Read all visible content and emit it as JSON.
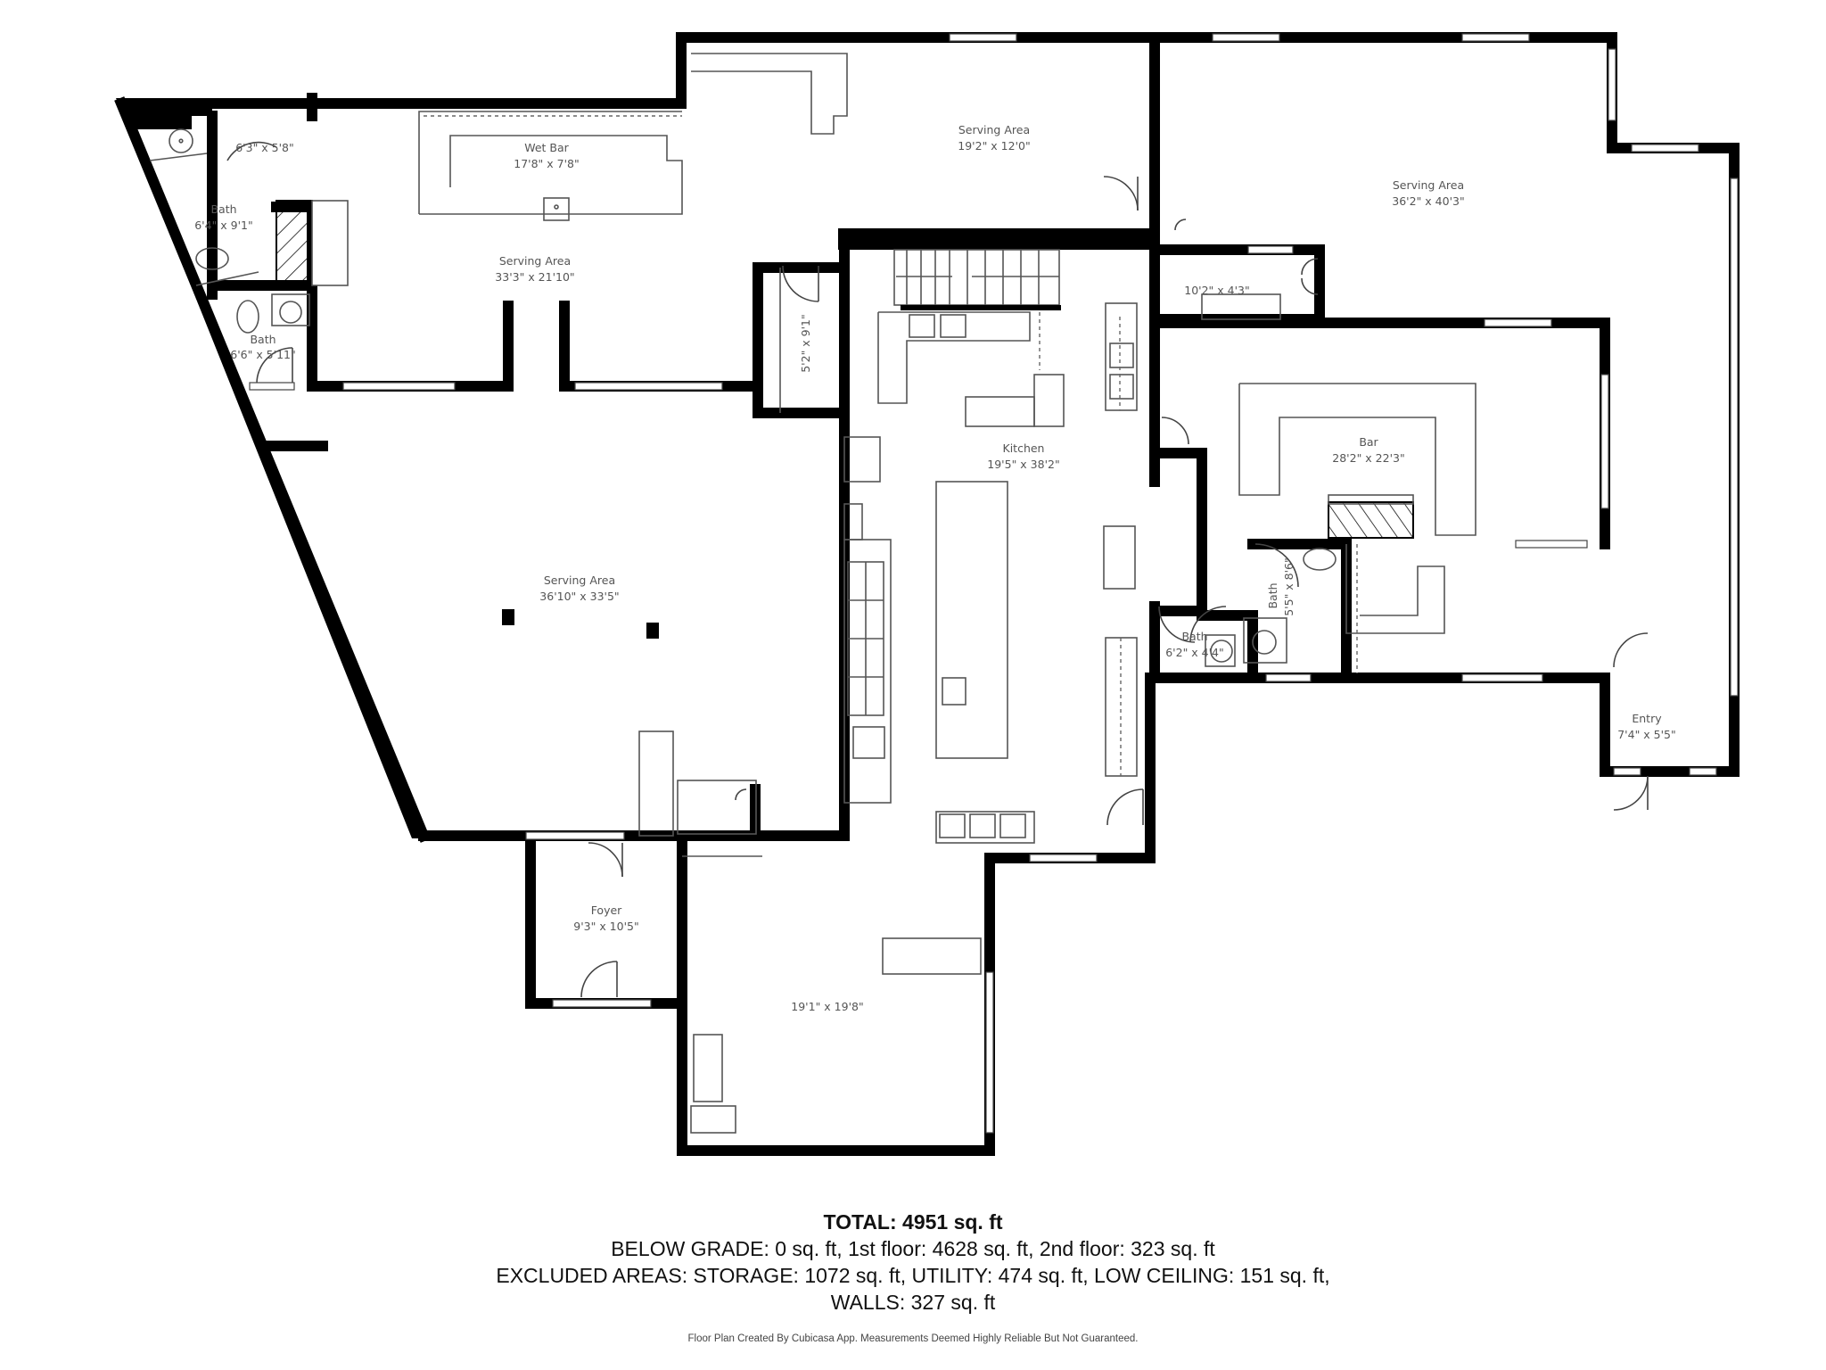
{
  "floor_plan": {
    "rooms": [
      {
        "id": "bath-1",
        "name": "Bath",
        "dimensions": "6'4\" x 9'1\""
      },
      {
        "id": "closet-1",
        "name": "",
        "dimensions": "6'3\" x 5'8\""
      },
      {
        "id": "bath-2",
        "name": "Bath",
        "dimensions": "6'6\" x 5'11\""
      },
      {
        "id": "wet-bar",
        "name": "Wet Bar",
        "dimensions": "17'8\" x 7'8\""
      },
      {
        "id": "serving-area-1",
        "name": "Serving Area",
        "dimensions": "33'3\" x 21'10\""
      },
      {
        "id": "serving-area-2",
        "name": "Serving Area",
        "dimensions": "19'2\" x 12'0\""
      },
      {
        "id": "serving-area-3",
        "name": "Serving Area",
        "dimensions": "36'2\" x 40'3\""
      },
      {
        "id": "closet-2",
        "name": "",
        "dimensions": "10'2\" x 4'3\""
      },
      {
        "id": "storage-1",
        "name": "",
        "dimensions": "5'2\" x 9'1\""
      },
      {
        "id": "kitchen",
        "name": "Kitchen",
        "dimensions": "19'5\" x 38'2\""
      },
      {
        "id": "bar",
        "name": "Bar",
        "dimensions": "28'2\" x 22'3\""
      },
      {
        "id": "serving-area-4",
        "name": "Serving Area",
        "dimensions": "36'10\" x 33'5\""
      },
      {
        "id": "bath-3",
        "name": "Bath",
        "dimensions": "6'2\" x 4'4\""
      },
      {
        "id": "bath-4",
        "name": "Bath",
        "dimensions": "5'5\" x 8'6\""
      },
      {
        "id": "entry",
        "name": "Entry",
        "dimensions": "7'4\" x 5'5\""
      },
      {
        "id": "foyer",
        "name": "Foyer",
        "dimensions": "9'3\" x 10'5\""
      },
      {
        "id": "room-lower",
        "name": "",
        "dimensions": "19'1\" x 19'8\""
      }
    ]
  },
  "summary": {
    "total": "TOTAL: 4951 sq. ft",
    "floors": "BELOW GRADE: 0 sq. ft, 1st floor: 4628 sq. ft, 2nd floor: 323 sq. ft",
    "excluded": "EXCLUDED AREAS: STORAGE: 1072 sq. ft, UTILITY: 474 sq. ft, LOW CEILING: 151 sq. ft,",
    "walls": "WALLS: 327 sq. ft",
    "disclaimer": "Floor Plan Created By Cubicasa App. Measurements Deemed Highly Reliable But Not Guaranteed."
  }
}
